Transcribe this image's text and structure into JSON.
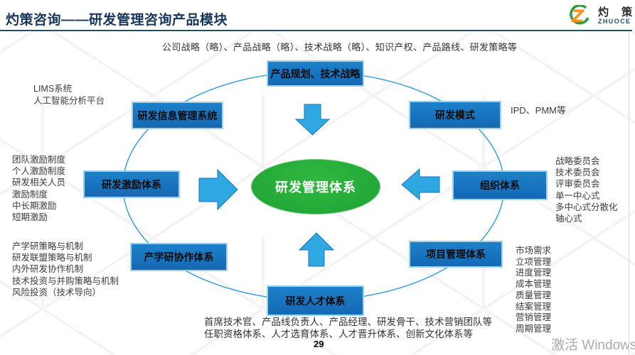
{
  "slide": {
    "title": "灼策咨询——研发管理咨询产品模块",
    "subtitle": "公司战略（略）、产品战略（略）、技术战略（略）、知识产权、产品路线、研发策略等",
    "page_number": "29",
    "watermark": "激活 Windows"
  },
  "logo": {
    "letter": "Z",
    "brand": "灼 策",
    "sub": "ZHUOCE"
  },
  "diagram": {
    "center_label": "研发管理体系",
    "boxes": [
      {
        "label": "产品规划、技术战略"
      },
      {
        "label": "研发信息管理系统"
      },
      {
        "label": "研发模式"
      },
      {
        "label": "研发激励体系"
      },
      {
        "label": "组织体系"
      },
      {
        "label": "产学研协作体系"
      },
      {
        "label": "项目管理体系"
      },
      {
        "label": "研发人才体系"
      }
    ],
    "notes": {
      "left_top": [
        "LIMS系统",
        "人工智能分析平台"
      ],
      "left_mid": [
        "团队激励制度",
        "个人激励制度",
        "研发相关人员",
        "激励制度",
        "中长期激励",
        "短期激励"
      ],
      "left_bottom": [
        "产学研策略与机制",
        "研发联盟策略与机制",
        "内外研发协作机制",
        "技术投资与并购策略与机制",
        "风险投资（技术导向）"
      ],
      "right_top": "IPD、PMM等",
      "right_mid": [
        "战略委员会",
        "技术委员会",
        "评审委员会",
        "单一中心式",
        "多中心式分散化",
        "轴心式"
      ],
      "right_bottom": [
        "市场需求",
        "立项管理",
        "进度管理",
        "成本管理",
        "质量管理",
        "结案管理",
        "营销管理",
        "周期管理"
      ],
      "bottom": [
        "首席技术官、产品线负责人、产品经理、研发骨干、技术营销团队等",
        "任职资格体系、人才选育体系、人才晋升体系、创新文化体系等"
      ]
    }
  },
  "colors": {
    "box_blue_top": "#1d81c9",
    "box_blue_bottom": "#1568b4",
    "box_border": "#9fd3ec",
    "arrow_fill": "#2FA8E1",
    "arrow_stroke": "#1776BE",
    "center_green": "#23a838",
    "ellipse_stroke": "#2E9BD8",
    "title_navy": "#16365C",
    "rule_teal": "#1F4E5F",
    "logo_orange": "#F7941E",
    "logo_green": "#2E9E44"
  }
}
